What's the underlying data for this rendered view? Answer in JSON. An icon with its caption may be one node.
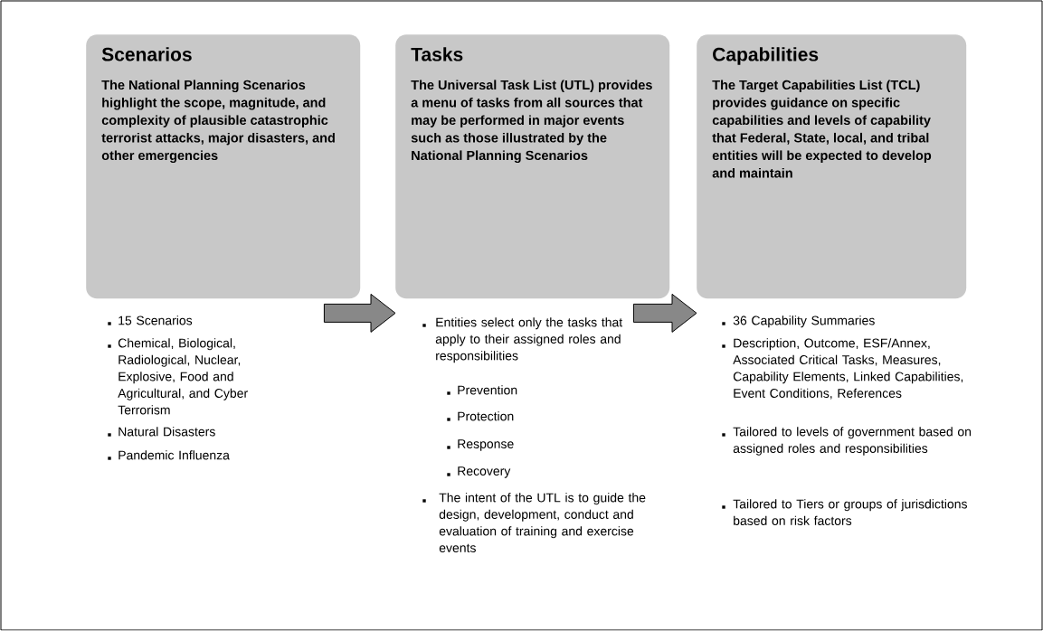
{
  "diagram": {
    "nodes": [
      {
        "text": [
          "Scenarios",
          "The National Planning Scenarios highlight the scope, magnitude, and complexity of plausible catastrophic terrorist attacks, major disasters, and other emergencies"
        ]
      },
      {
        "text": [
          "Tasks",
          "The Universal Task List (UTL) provides a menu of tasks from all sources that may be performed in major events such as those illustrated by the National Planning Scenarios"
        ]
      },
      {
        "text": [
          "Capabilities",
          "The Target Capabilities List (TCL) provides guidance on specific capabilities and levels of capability that Federal, State, local, and tribal entities will be expected to develop and maintain"
        ]
      }
    ],
    "edges": [
      {
        "from": 0,
        "to": 1,
        "arrow": "to",
        "style": "thick"
      },
      {
        "from": 1,
        "to": 2,
        "arrow": "to",
        "style": "thick"
      }
    ],
    "labels": [
      "15 Scenarios",
      "Chemical, Biological, Radiological, Nuclear, Explosive, Food and Agricultural, and Cyber Terrorism",
      "Natural Disasters",
      "Pandemic Influenza",
      "Entities select only the tasks that apply to their assigned roles and responsibilities",
      "Prevention",
      "Protection",
      "Response",
      "Recovery",
      "The intent of the UTL is to guide the design, development, conduct and evaluation of training and exercise events",
      "36 Capability Summaries",
      "Description, Outcome, ESF/Annex, Associated Critical Tasks, Measures, Capability Elements, Linked Capabilities, Event Conditions, References",
      "Tailored to levels of government based on assigned roles and responsibilities",
      "Tailored to Tiers or groups of jurisdictions based on risk factors"
    ]
  }
}
